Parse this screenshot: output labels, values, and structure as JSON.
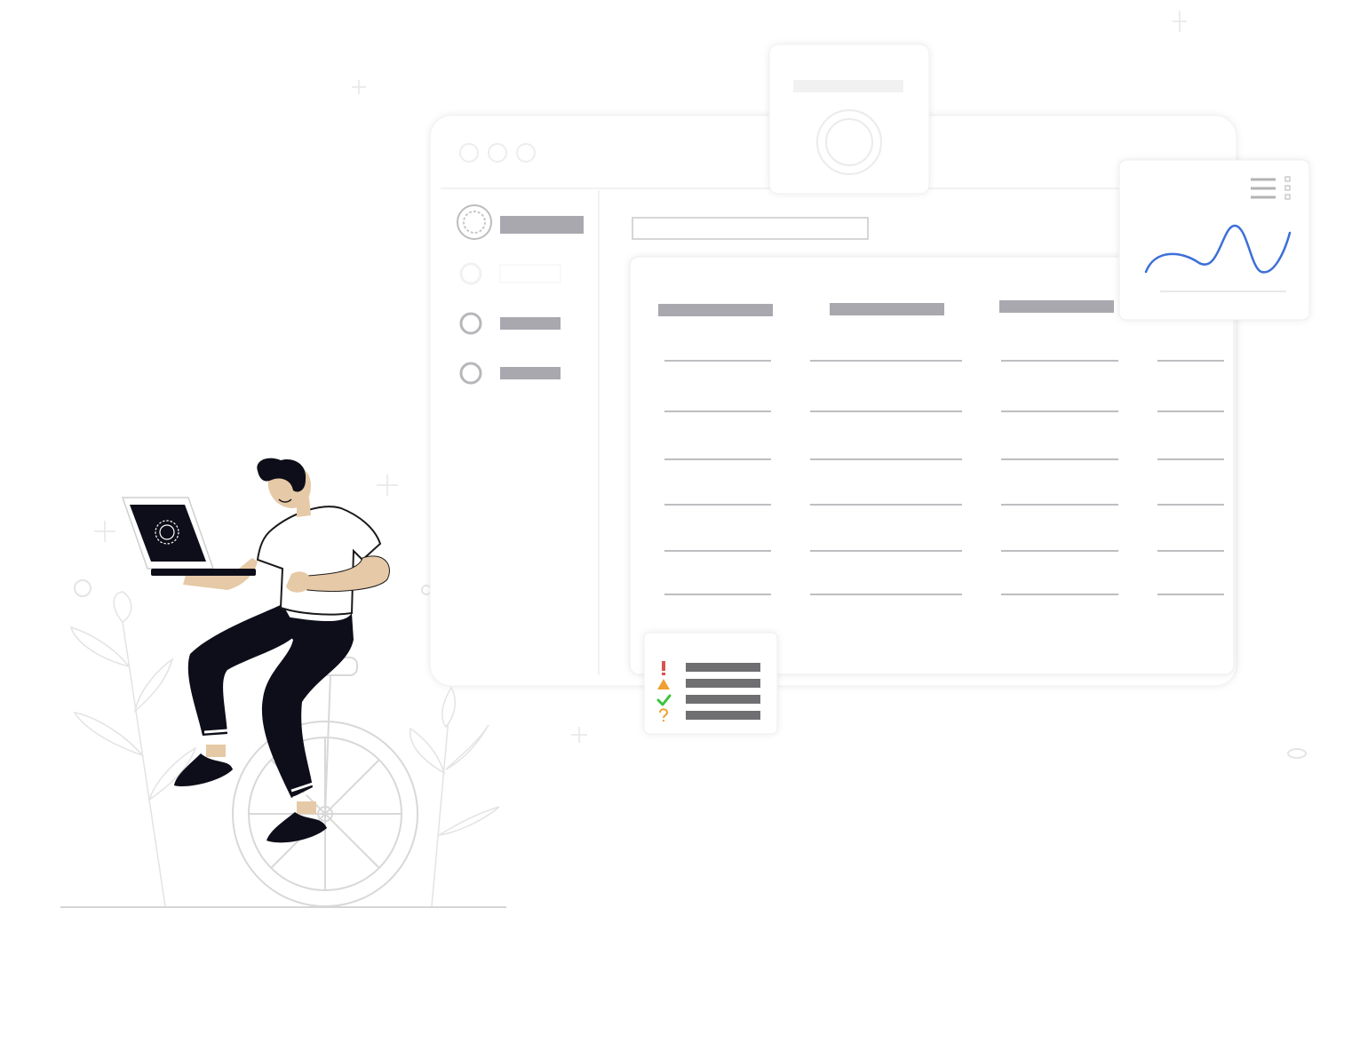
{
  "illustration": {
    "kind": "decorative dashboard illustration",
    "text": []
  },
  "dashboard": {
    "sidebar": {
      "logo_icon": "gear-badge-icon",
      "items": [
        {
          "icon": "circle-icon",
          "state": "faded"
        },
        {
          "icon": "circle-icon",
          "state": "normal"
        },
        {
          "icon": "circle-icon",
          "state": "normal"
        }
      ]
    },
    "table": {
      "columns": 4,
      "rows": 6
    },
    "chart_card": {
      "menu_icon": "list-menu-icon"
    },
    "status_card": {
      "items": [
        {
          "icon": "exclamation-icon",
          "color": "#d9534f"
        },
        {
          "icon": "warning-triangle-icon",
          "color": "#f0a030"
        },
        {
          "icon": "checkmark-icon",
          "color": "#3cc43c"
        },
        {
          "icon": "question-mark-icon",
          "color": "#f0a030"
        }
      ]
    }
  },
  "colors": {
    "accent_blue": "#3d6fd8",
    "placeholder_grey": "#a8a8ae",
    "dark": "#0e0e1a",
    "skin": "#e6c9a6",
    "line": "#d8d8d8"
  }
}
